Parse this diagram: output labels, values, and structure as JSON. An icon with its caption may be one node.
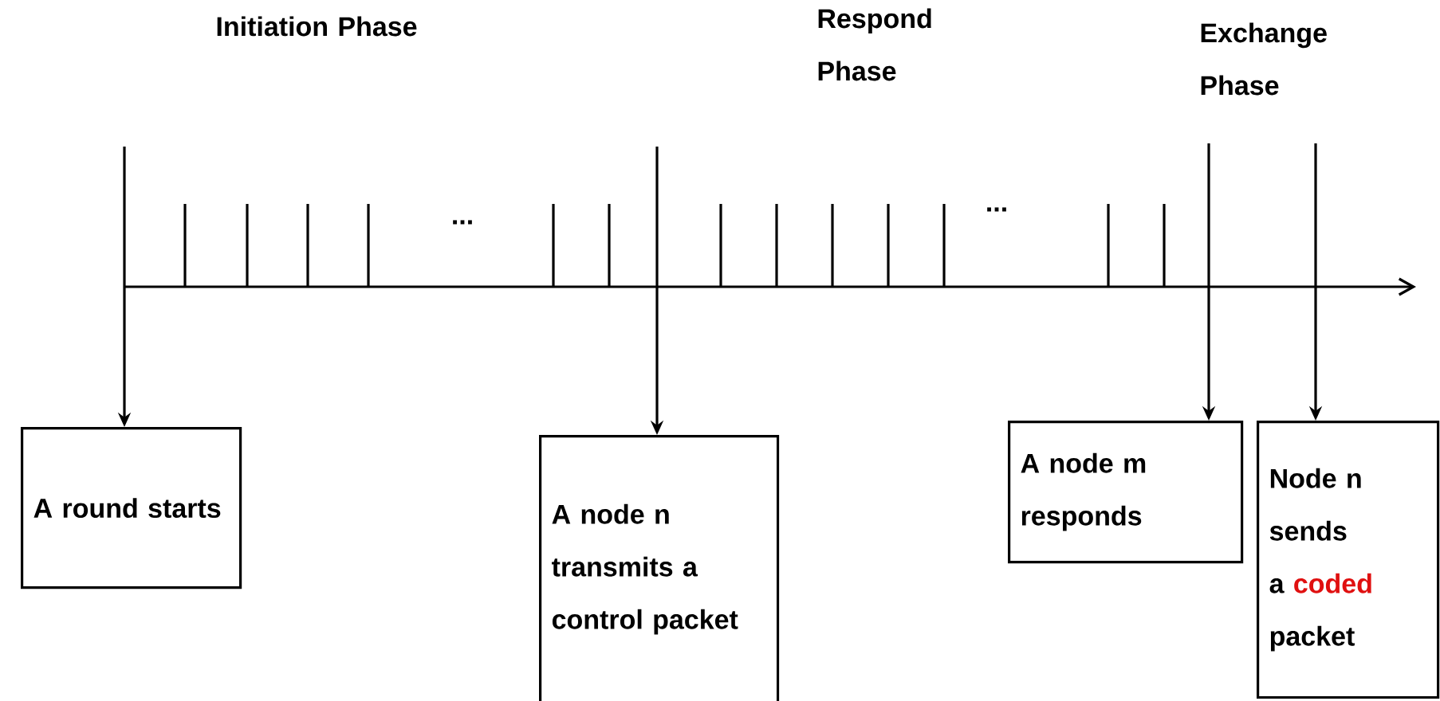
{
  "diagram": {
    "nodes": [
      {
        "text": [
          "A round starts"
        ]
      },
      {
        "text": [
          "A node n transmits a control packet"
        ]
      },
      {
        "text": [
          "A node m responds"
        ]
      },
      {
        "text": [
          "Node n sends a",
          "coded",
          "packet"
        ]
      }
    ],
    "edges": [
      {
        "from": null,
        "to": 0,
        "arrow": "to"
      },
      {
        "from": null,
        "to": 1,
        "arrow": "to"
      },
      {
        "from": null,
        "to": 2,
        "arrow": "to"
      },
      {
        "from": null,
        "to": 3,
        "arrow": "to"
      }
    ],
    "labels": [
      "Initiation Phase",
      "Respond Phase",
      "Exchange Phase",
      "...",
      "..."
    ]
  }
}
